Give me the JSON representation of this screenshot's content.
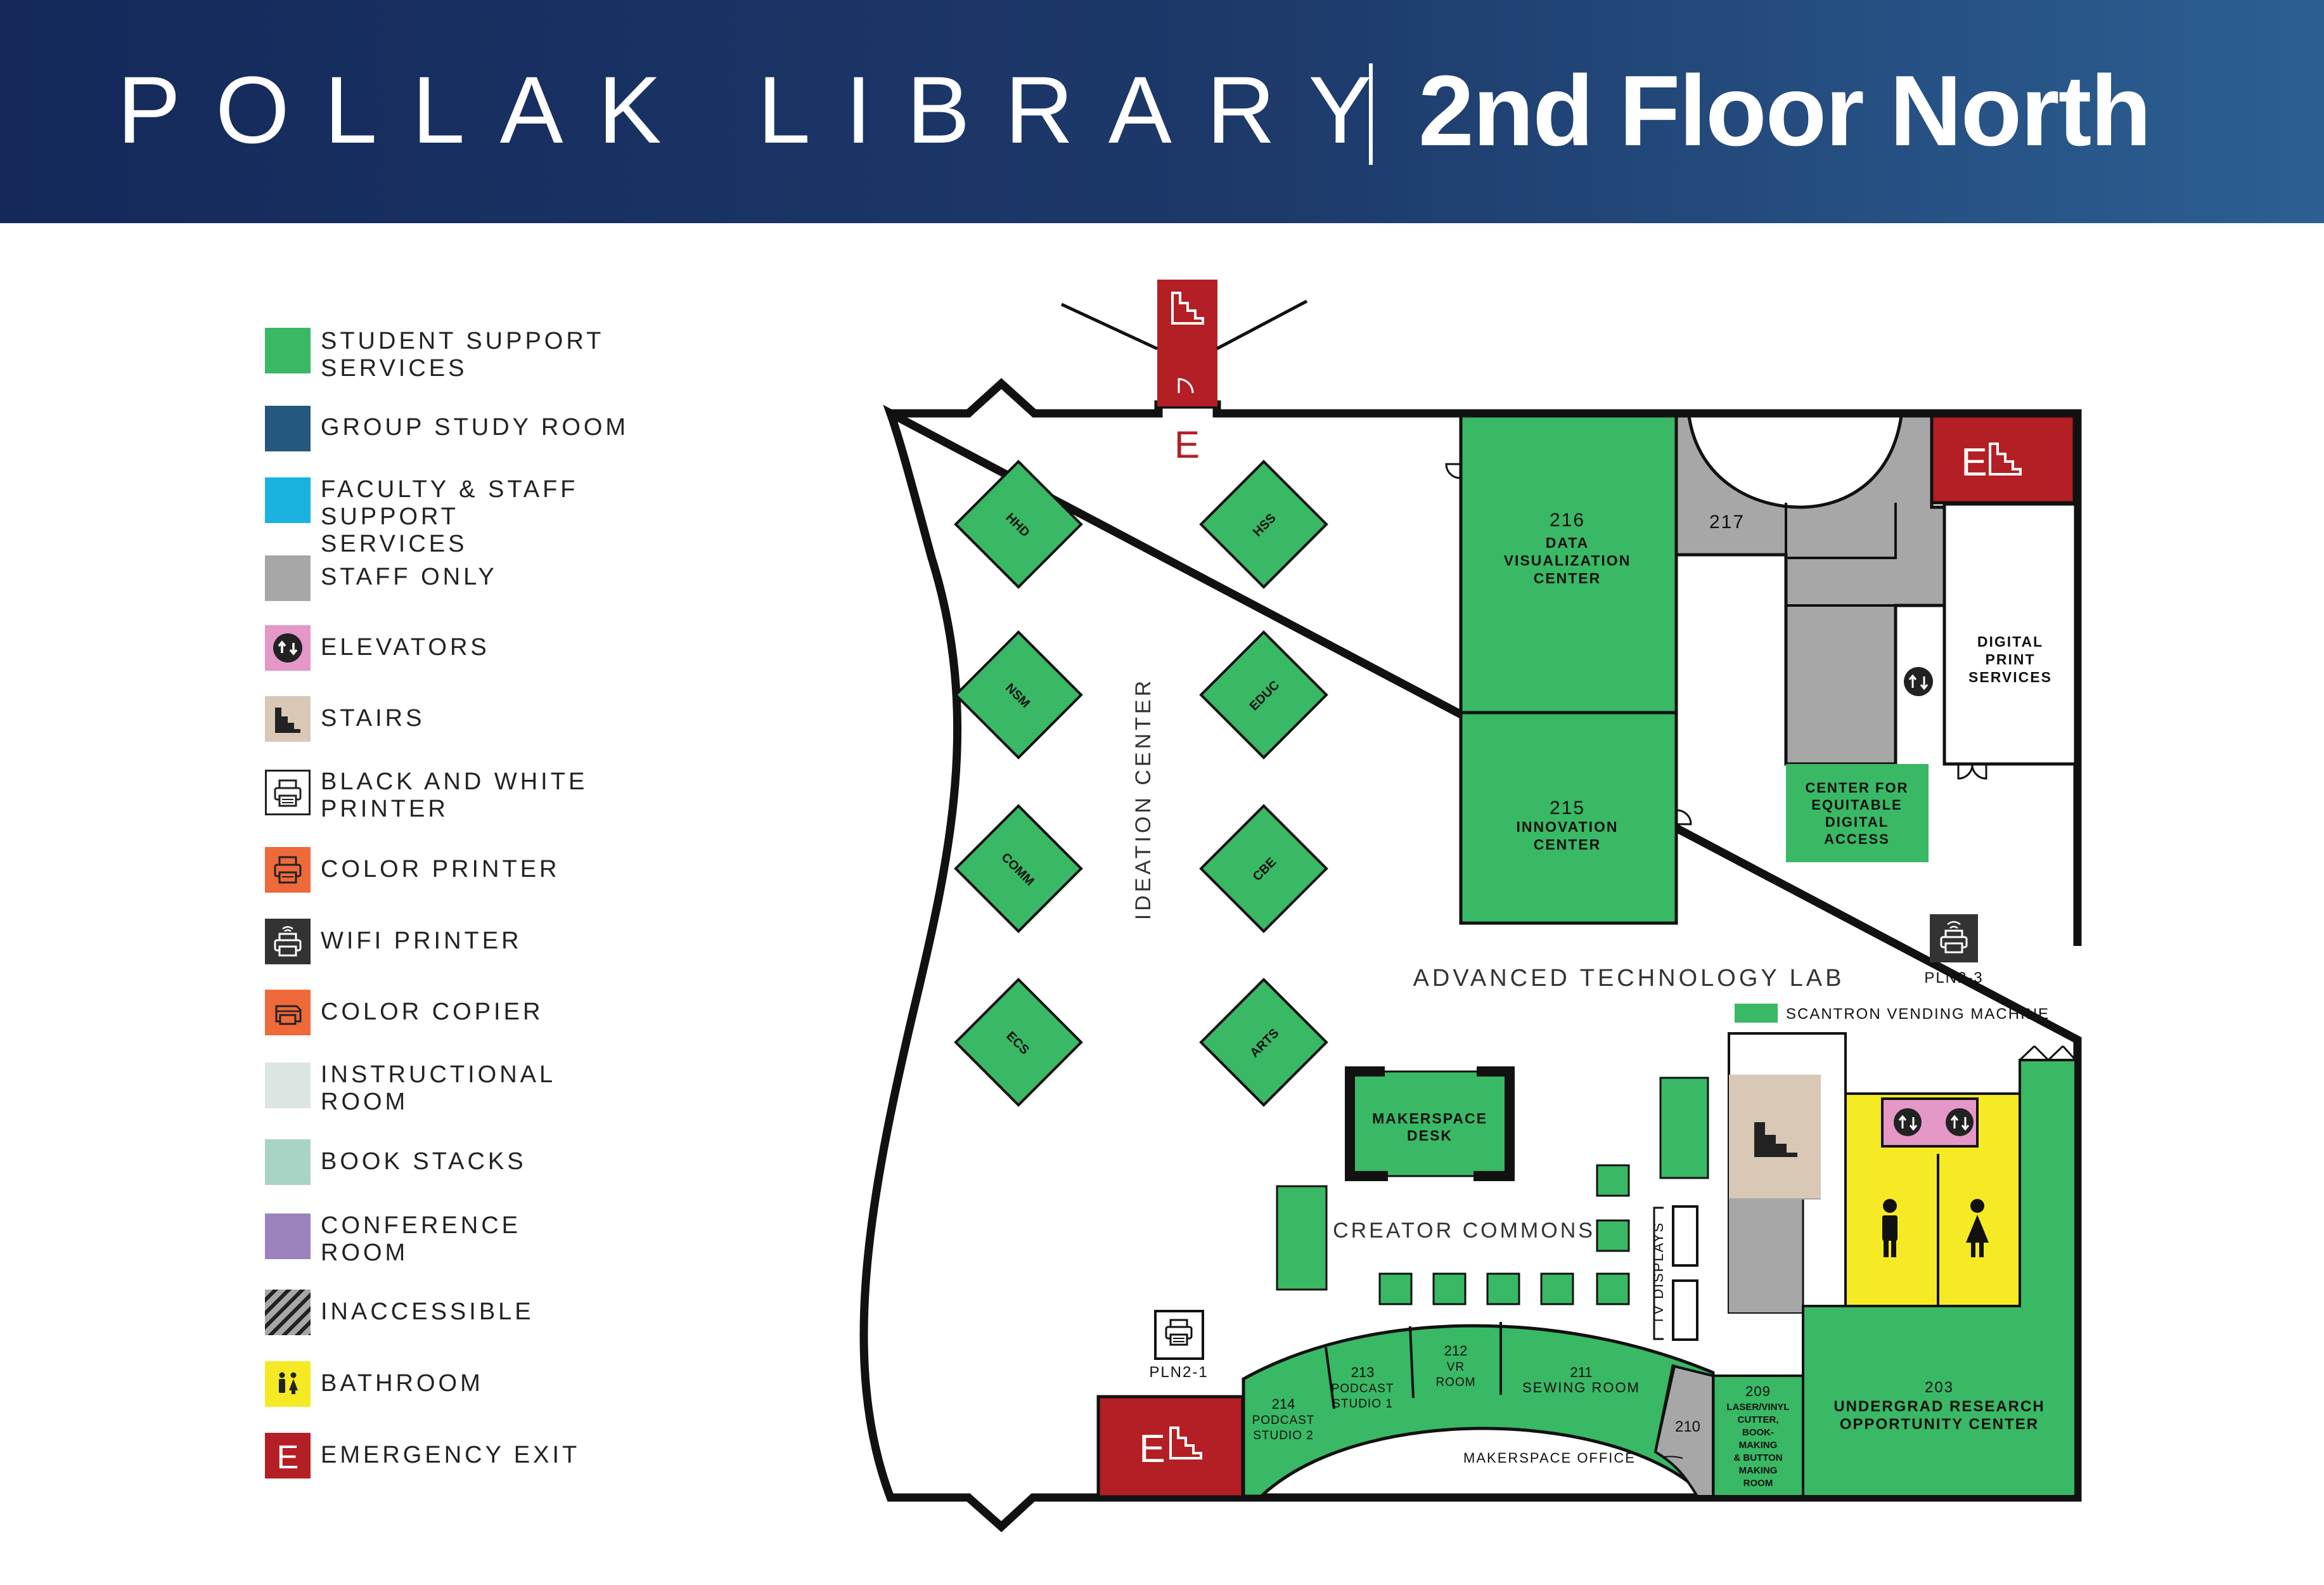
{
  "header": {
    "library_name": "POLLAK LIBRARY",
    "floor_title": "2nd Floor North"
  },
  "colors": {
    "header_start": "#14295a",
    "header_end": "#2c5f93",
    "student_support": "#39b865",
    "group_study": "#24587f",
    "faculty_staff": "#1ab3e0",
    "staff_only": "#a7a7a7",
    "elevators": "#e598c8",
    "stairs": "#d8c8b5",
    "color_printer": "#ee6a3a",
    "instructional": "#dbe6e3",
    "book_stacks": "#a9d3c5",
    "conference": "#9b82bd",
    "bathroom": "#f6ea24",
    "emergency": "#b31f24"
  },
  "legend": [
    {
      "label": "STUDENT SUPPORT SERVICES",
      "icon": "green-swatch"
    },
    {
      "label": "GROUP STUDY ROOM",
      "icon": "navy-swatch"
    },
    {
      "label": "FACULTY & STAFF SUPPORT SERVICES",
      "icon": "cyan-swatch"
    },
    {
      "label": "STAFF ONLY",
      "icon": "gray-swatch"
    },
    {
      "label": "ELEVATORS",
      "icon": "elevator-icon"
    },
    {
      "label": "STAIRS",
      "icon": "stairs-icon"
    },
    {
      "label": "BLACK AND WHITE PRINTER",
      "icon": "bw-printer-icon"
    },
    {
      "label": "COLOR PRINTER",
      "icon": "color-printer-icon"
    },
    {
      "label": "WIFI PRINTER",
      "icon": "wifi-printer-icon"
    },
    {
      "label": "COLOR COPIER",
      "icon": "color-copier-icon"
    },
    {
      "label": "INSTRUCTIONAL ROOM",
      "icon": "instructional-swatch"
    },
    {
      "label": "BOOK STACKS",
      "icon": "book-stacks-swatch"
    },
    {
      "label": "CONFERENCE ROOM",
      "icon": "conference-swatch"
    },
    {
      "label": "INACCESSIBLE",
      "icon": "hatched-swatch"
    },
    {
      "label": "BATHROOM",
      "icon": "bathroom-icon"
    },
    {
      "label": "EMERGENCY EXIT",
      "icon": "emergency-exit-icon"
    }
  ],
  "map": {
    "exit_letter": "E",
    "ideation_center": "IDEATION CENTER",
    "college_tables": [
      "HHD",
      "NSM",
      "COMM",
      "ECS",
      "HSS",
      "EDUC",
      "CBE",
      "ARTS"
    ],
    "rooms": {
      "r216_num": "216",
      "r216_name": "DATA VISUALIZATION CENTER",
      "r215_num": "215",
      "r215_name": "INNOVATION CENTER",
      "r217_num": "217",
      "digital_print": "DIGITAL PRINT SERVICES",
      "equitable_access": "CENTER FOR EQUITABLE DIGITAL ACCESS",
      "makerspace_desk": "MAKERSPACE DESK",
      "r214_num": "214",
      "r214_name": "PODCAST STUDIO 2",
      "r213_num": "213",
      "r213_name": "PODCAST STUDIO 1",
      "r212_num": "212",
      "r212_name": "VR ROOM",
      "r211_num": "211",
      "r211_name": "SEWING ROOM",
      "r210_num": "210",
      "r209_num": "209",
      "r209_name": "LASER/VINYL CUTTER, BOOK-MAKING & BUTTON MAKING ROOM",
      "r203_num": "203",
      "r203_name": "UNDERGRAD RESEARCH OPPORTUNITY CENTER"
    },
    "advanced_tech_lab": "ADVANCED TECHNOLOGY LAB",
    "scantron": "SCANTRON VENDING MACHINE",
    "creator_commons": "CREATOR COMMONS",
    "tv_displays": "TV DISPLAYS",
    "makerspace_office": "MAKERSPACE OFFICE",
    "printer_pln2_1": "PLN2-1",
    "printer_pln2_3": "PLN2-3"
  }
}
